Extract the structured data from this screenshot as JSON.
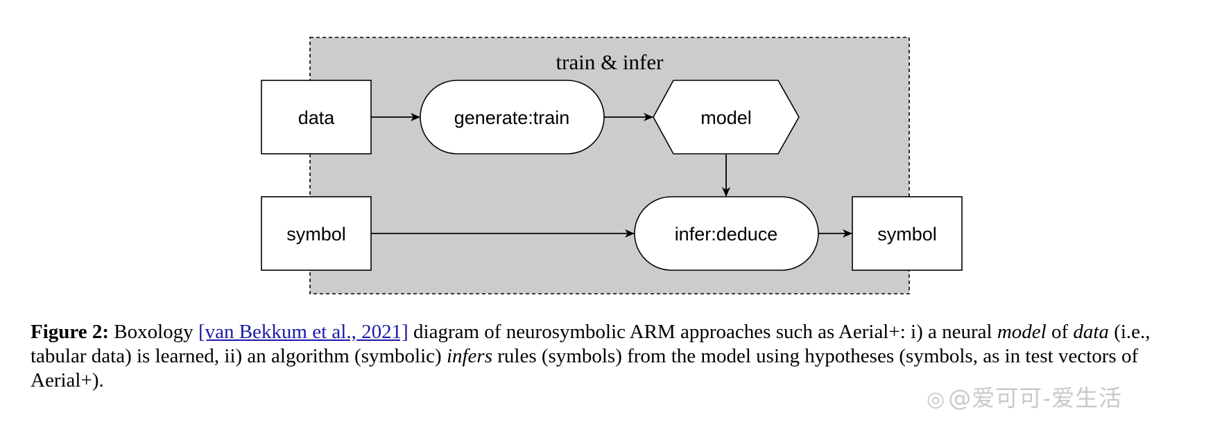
{
  "diagram": {
    "group_label": "train & infer",
    "nodes": {
      "data_in": "data",
      "generate": "generate:train",
      "model": "model",
      "symbol_in": "symbol",
      "infer": "infer:deduce",
      "symbol_out": "symbol"
    }
  },
  "caption": {
    "label": "Figure 2:",
    "text_1": " Boxology ",
    "citation": "[van Bekkum et al., 2021]",
    "text_2": " diagram of neurosymbolic ARM approaches such as Aerial+: i) a neural ",
    "em_model": "model",
    "text_3": " of ",
    "em_data": "data",
    "text_4": " (i.e., tabular data) is learned, ii) an algorithm (symbolic) ",
    "em_infers": "infers",
    "text_5": " rules (symbols) from the model using hypotheses (symbols, as in test vectors of Aerial+)."
  },
  "watermark": {
    "icon": "weibo-icon",
    "text": "@爱可可-爱生活"
  }
}
